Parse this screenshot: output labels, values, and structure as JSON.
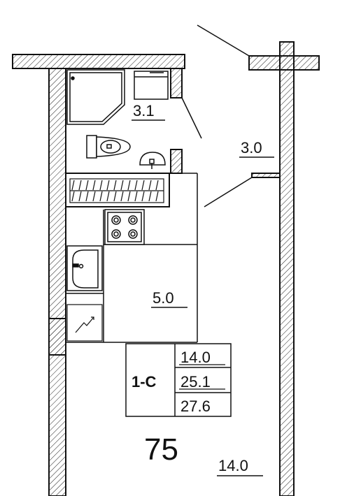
{
  "rooms": {
    "bathroom_area": "3.1",
    "hall_area": "3.0",
    "kitchen_area": "5.0",
    "living_area": "14.0"
  },
  "apartment": {
    "type": "1-С",
    "living": "14.0",
    "total": "25.1",
    "total_with_balcony": "27.6",
    "number": "75"
  },
  "colors": {
    "line": "#111111",
    "fill": "#ffffff"
  }
}
